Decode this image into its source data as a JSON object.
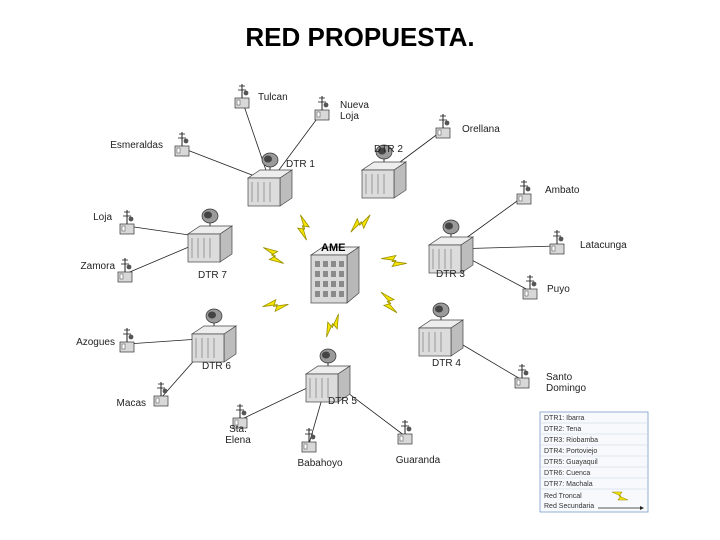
{
  "title": "RED PROPUESTA.",
  "hub": {
    "label": "AME"
  },
  "dtr": [
    {
      "id": "dtr1",
      "label": "DTR 1"
    },
    {
      "id": "dtr2",
      "label": "DTR 2"
    },
    {
      "id": "dtr3",
      "label": "DTR 3"
    },
    {
      "id": "dtr4",
      "label": "DTR 4"
    },
    {
      "id": "dtr5",
      "label": "DTR 5"
    },
    {
      "id": "dtr6",
      "label": "DTR 6"
    },
    {
      "id": "dtr7",
      "label": "DTR 7"
    }
  ],
  "sites": [
    {
      "id": "tulcan",
      "label": "Tulcan",
      "link": "dtr1"
    },
    {
      "id": "nueva-loja",
      "label": "Nueva Loja",
      "link": "dtr1"
    },
    {
      "id": "esmeraldas",
      "label": "Esmeraldas",
      "link": "dtr1"
    },
    {
      "id": "orellana",
      "label": "Orellana",
      "link": "dtr2"
    },
    {
      "id": "ambato",
      "label": "Ambato",
      "link": "dtr3"
    },
    {
      "id": "latacunga",
      "label": "Latacunga",
      "link": "dtr3"
    },
    {
      "id": "puyo",
      "label": "Puyo",
      "link": "dtr3"
    },
    {
      "id": "loja",
      "label": "Loja",
      "link": "dtr7"
    },
    {
      "id": "zamora",
      "label": "Zamora",
      "link": "dtr7"
    },
    {
      "id": "azogues",
      "label": "Azogues",
      "link": "dtr6"
    },
    {
      "id": "macas",
      "label": "Macas",
      "link": "dtr6"
    },
    {
      "id": "santo-domingo",
      "label": "Santo Domingo",
      "link": "dtr4"
    },
    {
      "id": "sta-elena",
      "label": "Sta. Elena",
      "link": "dtr5"
    },
    {
      "id": "babahoyo",
      "label": "Babahoyo",
      "link": "dtr5"
    },
    {
      "id": "guaranda",
      "label": "Guaranda",
      "link": "dtr5"
    }
  ],
  "legend": {
    "items": [
      "DTR1: Ibarra",
      "DTR2: Tena",
      "DTR3: Riobamba",
      "DTR4: Portoviejo",
      "DTR5: Guayaquil",
      "DTR6: Cuenca",
      "DTR7: Machala"
    ],
    "line_items": [
      "Red Troncal",
      "Red Secundaria"
    ]
  },
  "colors": {
    "link": "#222222",
    "bolt": "#f5e500",
    "bolt_stroke": "#9a9000",
    "server": "#dcdcdc",
    "legend_border": "#7a9bc4"
  }
}
